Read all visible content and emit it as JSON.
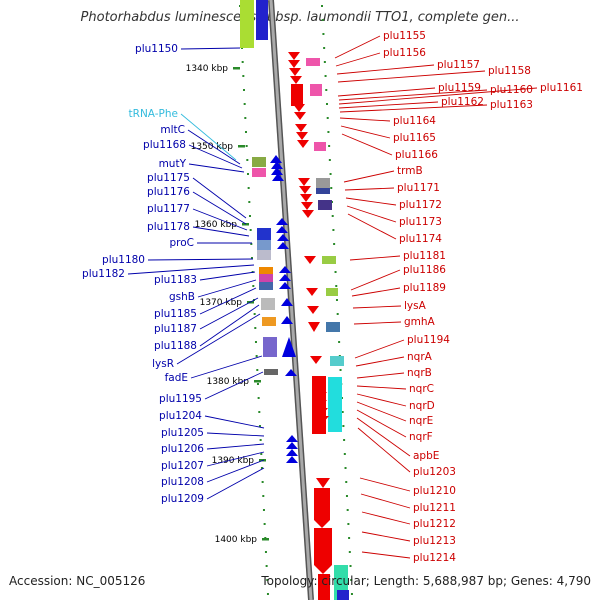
{
  "title": "Photorhabdus luminescens subsp. laumondii TTO1, complete gen...",
  "accession": "Accession: NC_005126",
  "topology": "Topology: circular; Length: 5,688,987 bp; Genes: 4,790",
  "colors": {
    "left_label": "#0000aa",
    "right_label": "#cc0000",
    "trna_label": "#33bbdd",
    "forward_strand": "#0000dd",
    "reverse_strand": "#ee0000",
    "backbone": "#888888",
    "tick": "#2a8a2a"
  },
  "ticks": [
    "1340 kbp",
    "1350 kbp",
    "1360 kbp",
    "1370 kbp",
    "1380 kbp",
    "1390 kbp",
    "1400 kbp"
  ],
  "left_labels": [
    "plu1150",
    "tRNA-Phe",
    "mltC",
    "plu1168",
    "mutY",
    "plu1175",
    "plu1176",
    "plu1177",
    "plu1178",
    "proC",
    "plu1180",
    "plu1182",
    "plu1183",
    "gshB",
    "plu1185",
    "plu1187",
    "plu1188",
    "lysR",
    "fadE",
    "plu1195",
    "plu1204",
    "plu1205",
    "plu1206",
    "plu1207",
    "plu1208",
    "plu1209"
  ],
  "right_labels": [
    "plu1155",
    "plu1156",
    "plu1157",
    "plu1158",
    "plu1159",
    "plu1160",
    "plu1161",
    "plu1162",
    "plu1163",
    "plu1164",
    "plu1165",
    "plu1166",
    "trmB",
    "plu1171",
    "plu1172",
    "plu1173",
    "plu1174",
    "plu1181",
    "plu1186",
    "plu1189",
    "lysA",
    "gmhA",
    "plu1194",
    "nqrA",
    "nqrB",
    "nqrC",
    "nqrD",
    "nqrE",
    "nqrF",
    "apbE",
    "plu1203",
    "plu1210",
    "plu1211",
    "plu1212",
    "plu1213",
    "plu1214"
  ]
}
